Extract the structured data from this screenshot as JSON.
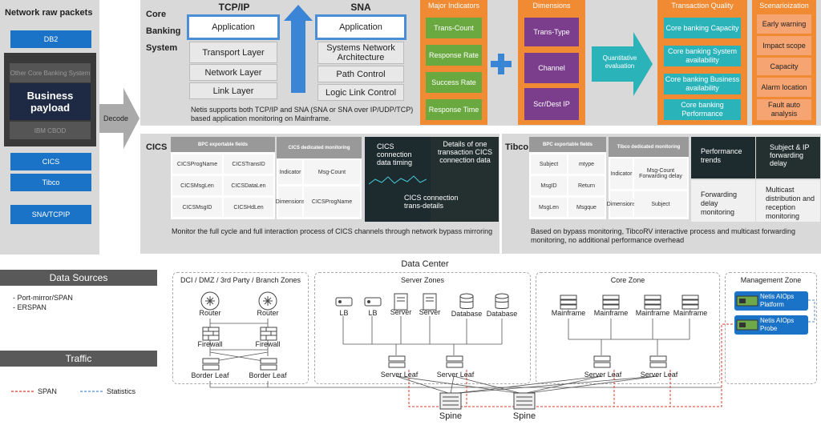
{
  "left": {
    "title": "Network raw packets",
    "db2": "DB2",
    "other": "Other Core Banking System",
    "payload": "Business payload",
    "ibm": "IBM CBOD",
    "cics": "CICS",
    "tibco": "Tibco",
    "sna": "SNA/TCPIP",
    "decode": "Decode"
  },
  "core": {
    "title": "Core Banking System",
    "tcp_title": "TCP/IP",
    "tcp_layers": [
      "Application",
      "Transport Layer",
      "Network Layer",
      "Link Layer"
    ],
    "sna_title": "SNA",
    "sna_layers": [
      "Application",
      "Systems Network Architecture",
      "Path Control",
      "Logic Link Control"
    ],
    "desc": "Netis supports both TCP/IP and SNA (SNA or SNA over IP/UDP/TCP) based application monitoring on Mainframe.",
    "major_title": "Major Indicators",
    "major": [
      "Trans-Count",
      "Response Rate",
      "Success Rate",
      "Response Time"
    ],
    "dim_title": "Dimensions",
    "dims": [
      "Trans-Type",
      "Channel",
      "Scr/Dest IP"
    ],
    "quant": "Quantitative evaluation",
    "tq_title": "Transaction Quality",
    "tq": [
      "Core banking Capacity",
      "Core banking System availability",
      "Core banking Business availability",
      "Core banking Performance"
    ],
    "sc_title": "Scenarioization",
    "sc": [
      "Early warning",
      "Impact scope",
      "Capacity",
      "Alarm location",
      "Fault auto analysis"
    ]
  },
  "cics": {
    "title": "CICS",
    "bpc": "BPC exportable fields",
    "fields": [
      "CICSProgName",
      "CICSTransID",
      "CICSMsgLen",
      "CICSDataLen",
      "CICSMsgID",
      "CICSHdLen"
    ],
    "ded": "CICS dedicated monitoring",
    "ind": "Indicator",
    "ind_val": "Msg-Count",
    "dim": "Dimensions",
    "dim_val": "CICSProgName",
    "shot1": "CICS connection data timing",
    "shot2": "Details of one transaction CICS connection data",
    "shot3": "CICS connection trans-details",
    "desc": "Monitor the full cycle and full interaction process of CICS channels through network bypass mirroring"
  },
  "tibco": {
    "title": "Tibco",
    "bpc": "BPC exportable fields",
    "fields": [
      "Subject",
      "mtype",
      "MsgID",
      "Return",
      "MsgLen",
      "Msgque"
    ],
    "ded": "Tibco dedicated monitoring",
    "ind": "Indicator",
    "ind_val": "Msg-Count Forwarding delay",
    "dim": "Dimensions",
    "dim_val": "Subject",
    "shot1": "Performance trends",
    "shot2": "Subject & IP forwarding delay",
    "shot3": "Forwarding delay monitoring",
    "shot4": "Multicast distribution and reception monitoring",
    "desc": "Based on bypass monitoring, TibcoRV interactive process and multicast forwarding monitoring, no additional performance overhead"
  },
  "bottom": {
    "ds_title": "Data Sources",
    "ds_items": [
      "- Port-mirror/SPAN",
      "- ERSPAN"
    ],
    "traffic": "Traffic",
    "span": "SPAN",
    "stats": "Statistics",
    "dc": "Data Center",
    "zone1": "DCI / DMZ / 3rd Party / Branch Zones",
    "router": "Router",
    "firewall": "Firewall",
    "border": "Border Leaf",
    "zone2": "Server Zones",
    "lb": "LB",
    "server": "Server",
    "database": "Database",
    "sleaf": "Server Leaf",
    "spine": "Spine",
    "zone3": "Core Zone",
    "mainframe": "Mainframe",
    "zone4": "Management Zone",
    "platform": "Netis AIOps Platform",
    "probe": "Netis AIOps Probe"
  },
  "colors": {
    "blue": "#1a73c7",
    "orange": "#f08a33",
    "green": "#6aa840",
    "purple": "#7a3e8c",
    "teal": "#2bb3ba",
    "span": "#e0392b",
    "stats": "#4a8fd4"
  }
}
